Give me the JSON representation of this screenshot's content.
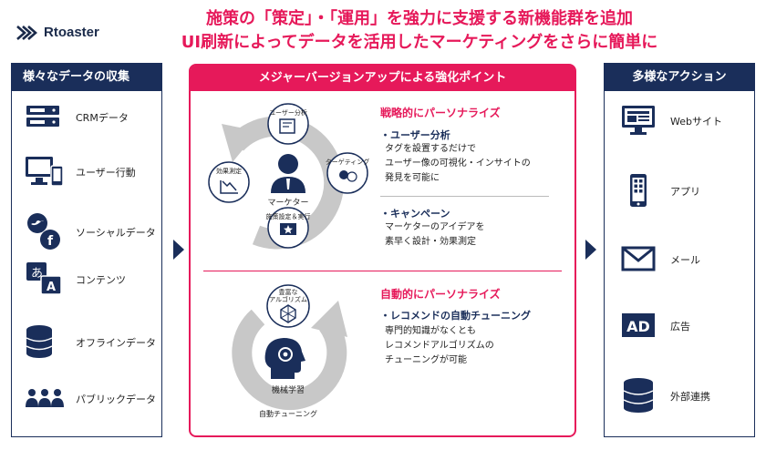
{
  "brand": {
    "name": "Rtoaster"
  },
  "headline": {
    "line1": "施策の「策定」・「運用」を強力に支援する新機能群を追加",
    "line2": "UI刷新によってデータを活用したマーケティングをさらに簡単に"
  },
  "left_panel": {
    "title": "様々なデータの収集",
    "items": [
      {
        "label": "CRMデータ",
        "icon": "server-icon"
      },
      {
        "label": "ユーザー行動",
        "icon": "devices-icon"
      },
      {
        "label": "ソーシャルデータ",
        "icon": "social-icon"
      },
      {
        "label": "コンテンツ",
        "icon": "language-icon"
      },
      {
        "label": "オフラインデータ",
        "icon": "database-icon"
      },
      {
        "label": "パブリックデータ",
        "icon": "people-icon"
      }
    ]
  },
  "center_panel": {
    "title": "メジャーバージョンアップによる強化ポイント",
    "top_diagram": {
      "center": "マーケター",
      "nodes": [
        "ユーザー分析",
        "ターゲティング",
        "施策設定＆実行",
        "効果測定"
      ]
    },
    "top_section": {
      "title": "戦略的にパーソナライズ",
      "sub1": {
        "title": "・ユーザー分析",
        "lines": [
          "タグを設置するだけで",
          "ユーザー像の可視化・インサイトの",
          "発見を可能に"
        ]
      },
      "sub2": {
        "title": "・キャンペーン",
        "lines": [
          "マーケターのアイデアを",
          "素早く設計・効果測定"
        ]
      }
    },
    "bottom_diagram": {
      "center": "機械学習",
      "node": [
        "豊富な",
        "アルゴリズム"
      ],
      "caption": "自動チューニング"
    },
    "bottom_section": {
      "title": "自動的にパーソナライズ",
      "sub1": {
        "title": "・レコメンドの自動チューニング",
        "lines": [
          "専門的知識がなくとも",
          "レコメンドアルゴリズムの",
          "チューニングが可能"
        ]
      }
    }
  },
  "right_panel": {
    "title": "多様なアクション",
    "items": [
      {
        "label": "Webサイト",
        "icon": "monitor-icon"
      },
      {
        "label": "アプリ",
        "icon": "smartphone-icon"
      },
      {
        "label": "メール",
        "icon": "mail-icon"
      },
      {
        "label": "広告",
        "icon": "ad-icon",
        "icon_text": "AD"
      },
      {
        "label": "外部連携",
        "icon": "database-icon"
      }
    ]
  },
  "colors": {
    "navy": "#1a2e5a",
    "pink": "#e6195a",
    "gray": "#c8c8c8"
  }
}
